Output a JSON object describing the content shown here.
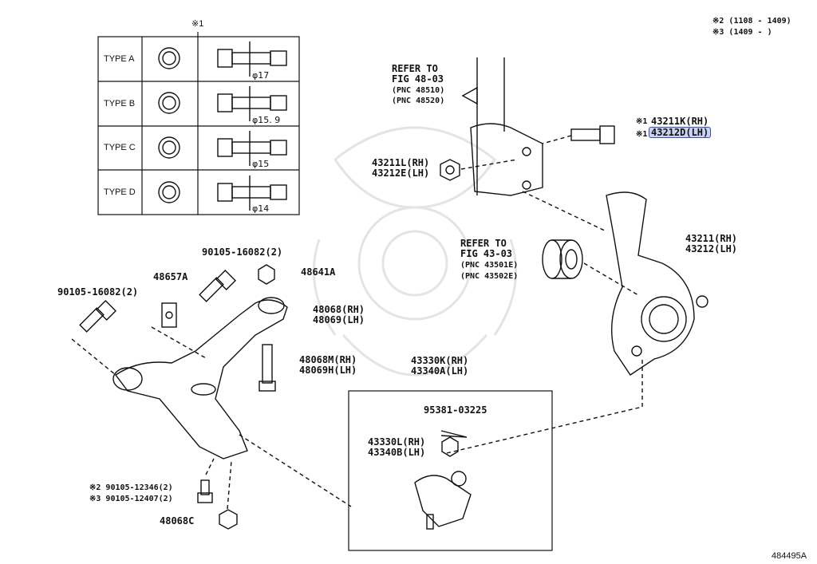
{
  "top_right_notes": {
    "note2": "※2 (1108 - 1409)",
    "note3": "※3 (1409 -     )"
  },
  "table": {
    "header_mark": "※1",
    "rows": [
      {
        "type": "TYPE A",
        "dim": "φ17"
      },
      {
        "type": "TYPE B",
        "dim": "φ15. 9"
      },
      {
        "type": "TYPE C",
        "dim": "φ15"
      },
      {
        "type": "TYPE D",
        "dim": "φ14"
      }
    ]
  },
  "refer_strut": {
    "line1": "REFER TO",
    "line2": "FIG 48-03",
    "line3": "(PNC 48510)",
    "line4": "(PNC 48520)"
  },
  "refer_hub": {
    "line1": "REFER TO",
    "line2": "FIG 43-03",
    "line3": "(PNC 43501E)",
    "line4": "(PNC 43502E)"
  },
  "parts": {
    "p43211K": {
      "mark": "※1",
      "label": "43211K(RH)"
    },
    "p43212D": {
      "mark": "※1",
      "label": "43212D(LH)"
    },
    "p43211L": {
      "line1": "43211L(RH)",
      "line2": "43212E(LH)"
    },
    "p43211": {
      "line1": "43211(RH)",
      "line2": "43212(LH)"
    },
    "p90105_top": "90105-16082(2)",
    "p48641A": "48641A",
    "p48657A": "48657A",
    "p90105_left": "90105-16082(2)",
    "p48068": {
      "line1": "48068(RH)",
      "line2": "48069(LH)"
    },
    "p48068M": {
      "line1": "48068M(RH)",
      "line2": "48069H(LH)"
    },
    "p43330K": {
      "line1": "43330K(RH)",
      "line2": "43340A(LH)"
    },
    "p95381": "95381-03225",
    "p43330L": {
      "line1": "43330L(RH)",
      "line2": "43340B(LH)"
    },
    "p90105_12346": "※2 90105-12346(2)",
    "p90105_12407": "※3 90105-12407(2)",
    "p48068C": "48068C"
  },
  "figure_code": "484495A",
  "colors": {
    "highlight_fill": "#c9d3f5",
    "highlight_border": "#3b4cc0",
    "line": "#111111"
  }
}
